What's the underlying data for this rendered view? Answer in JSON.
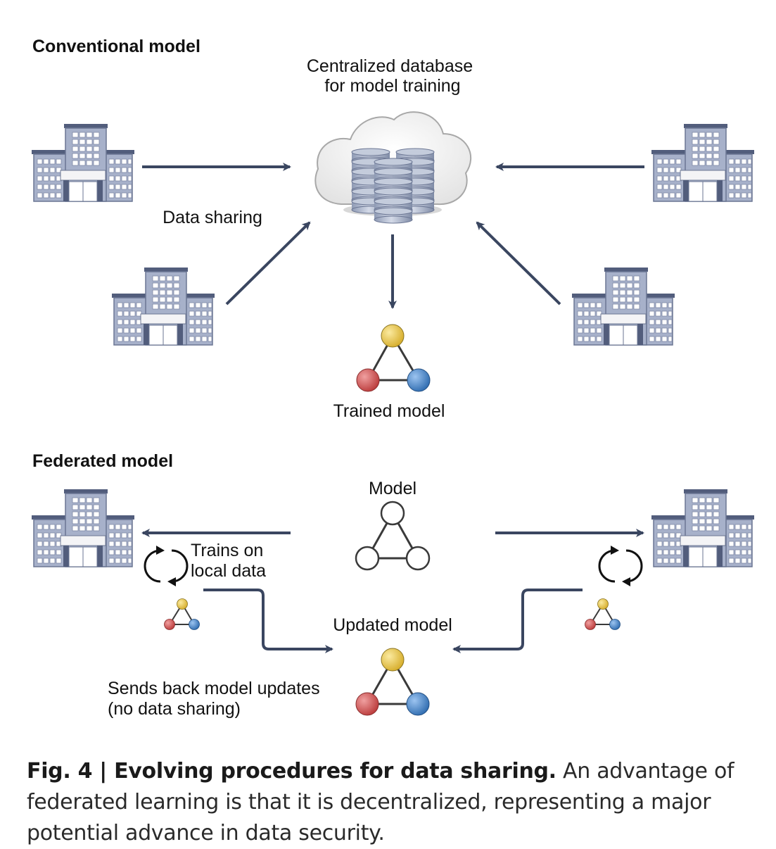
{
  "conventional": {
    "heading": "Conventional model",
    "database_label_line1": "Centralized database",
    "database_label_line2": "for model training",
    "data_sharing_label": "Data sharing",
    "trained_model_label": "Trained model"
  },
  "federated": {
    "heading": "Federated model",
    "model_label": "Model",
    "trains_label_line1": "Trains on",
    "trains_label_line2": "local data",
    "updated_model_label": "Updated model",
    "sends_label_line1": "Sends back model updates",
    "sends_label_line2": "(no data sharing)"
  },
  "caption": {
    "figure_title": "Fig. 4 | Evolving procedures for data sharing.",
    "text": " An advantage of federated learning is that it is decentralized, representing a major potential advance in data security."
  },
  "colors": {
    "arrow": "#3a4660",
    "building": "#a3aec8",
    "building_dark": "#525d7c",
    "node_yellow": "#e3c040",
    "node_red": "#cc4b4b",
    "node_blue": "#3e7ec4",
    "cloud": "#eeeeee"
  }
}
